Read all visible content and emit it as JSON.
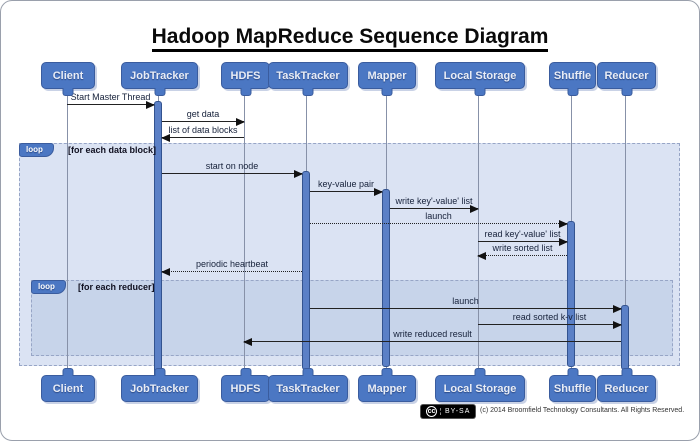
{
  "title": "Hadoop MapReduce Sequence Diagram",
  "actors": [
    {
      "label": "Client"
    },
    {
      "label": "JobTracker"
    },
    {
      "label": "HDFS"
    },
    {
      "label": "TaskTracker"
    },
    {
      "label": "Mapper"
    },
    {
      "label": "Local Storage"
    },
    {
      "label": "Shuffle"
    },
    {
      "label": "Reducer"
    }
  ],
  "loops": [
    {
      "operator": "loop",
      "guard": "[for each data block]"
    },
    {
      "operator": "loop",
      "guard": "[for each reducer]"
    }
  ],
  "messages": [
    {
      "label": "Start Master Thread",
      "from": "Client",
      "to": "JobTracker",
      "style": "solid"
    },
    {
      "label": "get data",
      "from": "JobTracker",
      "to": "HDFS",
      "style": "solid"
    },
    {
      "label": "list of data blocks",
      "from": "HDFS",
      "to": "JobTracker",
      "style": "solid"
    },
    {
      "label": "start on node",
      "from": "JobTracker",
      "to": "TaskTracker",
      "style": "solid"
    },
    {
      "label": "key-value pair",
      "from": "TaskTracker",
      "to": "Mapper",
      "style": "solid"
    },
    {
      "label": "write key'-value' list",
      "from": "Mapper",
      "to": "Local Storage",
      "style": "solid"
    },
    {
      "label": "launch",
      "from": "TaskTracker",
      "to": "Shuffle",
      "style": "dotted"
    },
    {
      "label": "read key'-value' list",
      "from": "Local Storage",
      "to": "Shuffle",
      "style": "solid"
    },
    {
      "label": "write sorted list",
      "from": "Shuffle",
      "to": "Local Storage",
      "style": "dotted"
    },
    {
      "label": "periodic heartbeat",
      "from": "TaskTracker",
      "to": "JobTracker",
      "style": "dotted"
    },
    {
      "label": "launch",
      "from": "TaskTracker",
      "to": "Reducer",
      "style": "solid"
    },
    {
      "label": "read sorted k-v list",
      "from": "Local Storage",
      "to": "Reducer",
      "style": "solid"
    },
    {
      "label": "write reduced result",
      "from": "Reducer",
      "to": "HDFS",
      "style": "solid"
    }
  ],
  "footer": {
    "license_icon": "cc",
    "license_badge": "BY-SA",
    "copyright": "(c) 2014 Broomfield Technology Consultants. All Rights Reserved."
  },
  "colors": {
    "actor_fill": "#4b77c3",
    "actor_border": "#3a5c9e",
    "activation_fill": "#5b80c6",
    "frame_outer_fill": "#dbe3f3",
    "frame_inner_fill": "#c7d4ea",
    "lifeline": "#8791a8"
  }
}
